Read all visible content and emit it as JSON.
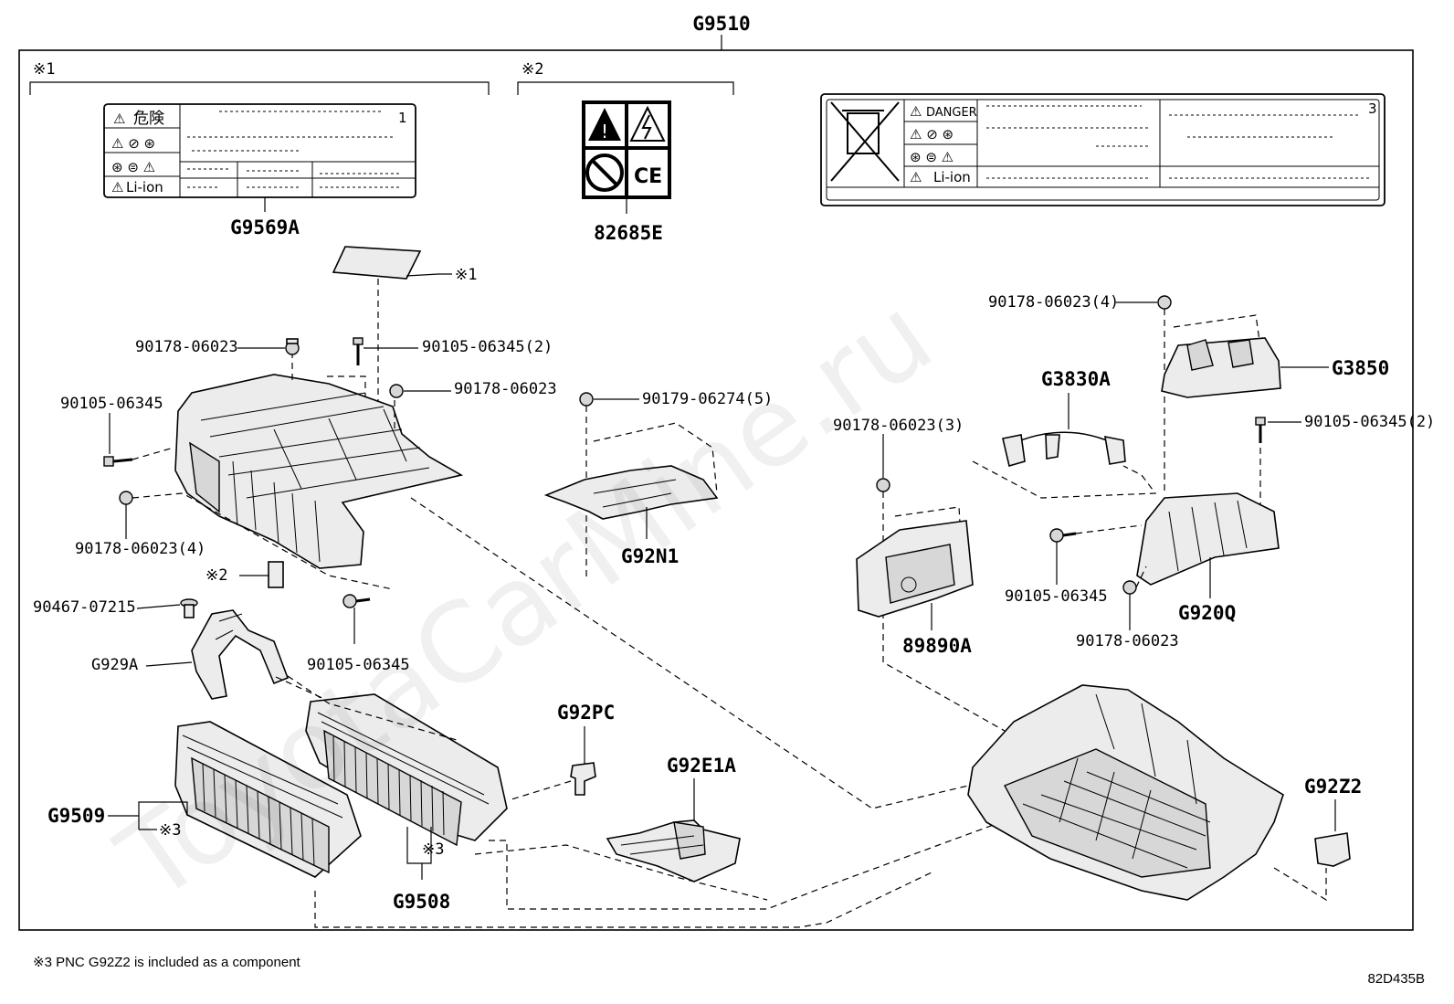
{
  "assembly": {
    "code": "G9510"
  },
  "groups": [
    {
      "mark": "※1"
    },
    {
      "mark": "※2"
    }
  ],
  "labels_top": {
    "label_1": {
      "code": "G9569A",
      "warn_jp": "危険",
      "li_ion": "Li-ion",
      "index": "1"
    },
    "label_2": {
      "code": "82685E"
    },
    "label_3": {
      "danger": "DANGER",
      "li_ion": "Li-ion",
      "index": "3"
    }
  },
  "callouts": {
    "ref_1": "※1",
    "ref_2": "※2",
    "ref_3a": "※3",
    "ref_3b": "※3"
  },
  "parts": {
    "p_90178_top": "90178-06023",
    "p_90105_2_top": "90105-06345(2)",
    "p_90178_mid": "90178-06023",
    "p_90105_left": "90105-06345",
    "p_90178_4": "90178-06023(4)",
    "p_90467": "90467-07215",
    "p_g929a": "G929A",
    "p_90105_low": "90105-06345",
    "p_90179": "90179-06274(5)",
    "p_g92n1": "G92N1",
    "p_g92pc": "G92PC",
    "p_g92e1a": "G92E1A",
    "p_g9509": "G9509",
    "p_g9508": "G9508",
    "p_90178_4r": "90178-06023(4)",
    "p_g3850": "G3850",
    "p_g3830a": "G3830A",
    "p_90178_3": "90178-06023(3)",
    "p_90105_2r": "90105-06345(2)",
    "p_89890a": "89890A",
    "p_90105_r": "90105-06345",
    "p_90178_r": "90178-06023",
    "p_g920q": "G920Q",
    "p_g92z2": "G92Z2"
  },
  "footer": {
    "note": "※3 PNC G92Z2 is included as a component",
    "drawing_id": "82D435B"
  },
  "watermark": "ToyotaCarMine.ru"
}
